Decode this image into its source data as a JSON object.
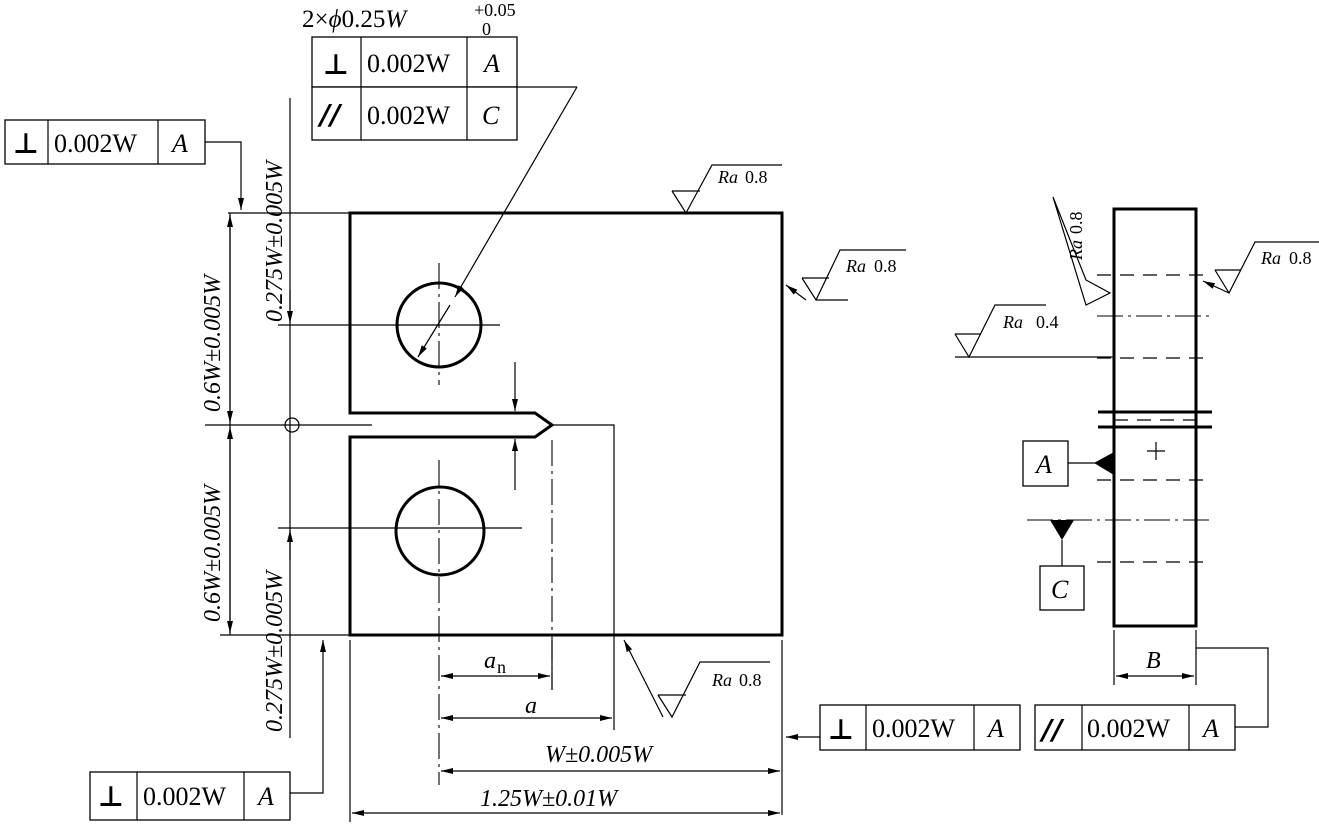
{
  "hole_callout": {
    "prefix": "2×",
    "diameter_symbol": "ϕ",
    "value": "0.25",
    "unit": "W",
    "tol_upper": "+0.05",
    "tol_lower": "0"
  },
  "fcf_hole_perp": {
    "symbol": "⊥",
    "tolerance": "0.002W",
    "datum": "A"
  },
  "fcf_hole_par": {
    "symbol": "//",
    "tolerance": "0.002W",
    "datum": "C"
  },
  "fcf_top_left": {
    "symbol": "⊥",
    "tolerance": "0.002W",
    "datum": "A"
  },
  "fcf_bottom_left": {
    "symbol": "⊥",
    "tolerance": "0.002W",
    "datum": "A"
  },
  "fcf_bottom_mid": {
    "symbol": "⊥",
    "tolerance": "0.002W",
    "datum": "A"
  },
  "fcf_bottom_right": {
    "symbol": "//",
    "tolerance": "0.002W",
    "datum": "A"
  },
  "vertical_dims": {
    "top_offset": "0.275W±0.005W",
    "upper_half": "0.6W±0.005W",
    "lower_half": "0.6W±0.005W",
    "bottom_offset": "0.275W±0.005W"
  },
  "horizontal_dims": {
    "an": "a",
    "an_sub": "n",
    "a": "a",
    "w": "W±0.005W",
    "total": "1.25W±0.01W",
    "b": "B"
  },
  "roughness": {
    "ra_label": "Ra",
    "top": "0.8",
    "right": "0.8",
    "bottom": "0.8",
    "side_top_left": "0.8",
    "side_top_right": "0.8",
    "side_left": "0.4"
  },
  "datums": {
    "a": "A",
    "c": "C"
  }
}
